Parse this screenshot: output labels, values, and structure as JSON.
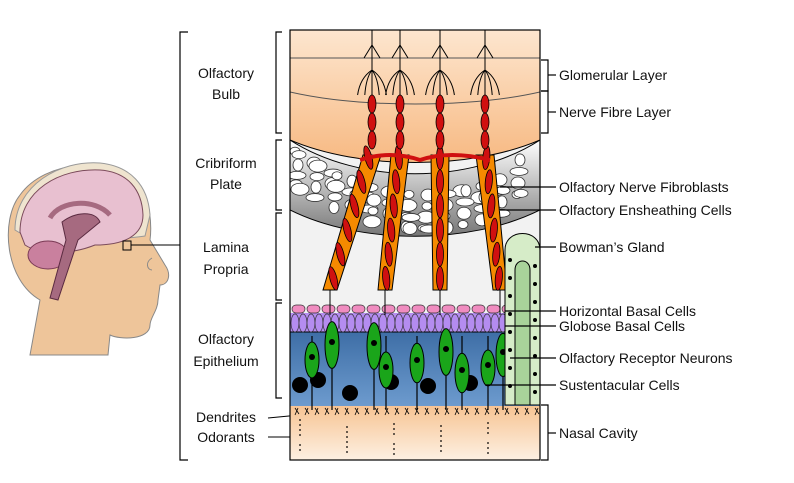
{
  "left_labels": {
    "bulb": [
      "Olfactory",
      "Bulb"
    ],
    "plate": [
      "Cribriform",
      "Plate"
    ],
    "lamina": [
      "Lamina",
      "Propria"
    ],
    "epithelium": [
      "Olfactory",
      "Epithelium"
    ],
    "dendrites": "Dendrites",
    "odorants": "Odorants"
  },
  "right_labels": {
    "glomerular": "Glomerular Layer",
    "nerve_fibre": "Nerve Fibre Layer",
    "fibroblasts": "Olfactory Nerve Fibroblasts",
    "ensheathing": "Olfactory Ensheathing Cells",
    "bowman": "Bowman’s Gland",
    "horizontal": "Horizontal Basal Cells",
    "globose": "Globose Basal Cells",
    "receptor": "Olfactory Receptor Neurons",
    "sustentacular": "Sustentacular Cells",
    "nasal": "Nasal Cavity"
  },
  "colors": {
    "bulb": "#f9c79a",
    "plate": "#9a9a9a",
    "epithelium": "#4f7fb5",
    "horizontal_cells": "#f08cc0",
    "globose_cells": "#b48cf0",
    "neurons": "#1aa51a",
    "axon": "#d01010",
    "sheath": "#f58a00",
    "gland": "#c9e6b8",
    "skin": "#eec59a",
    "brain": "#e8c0d0"
  }
}
